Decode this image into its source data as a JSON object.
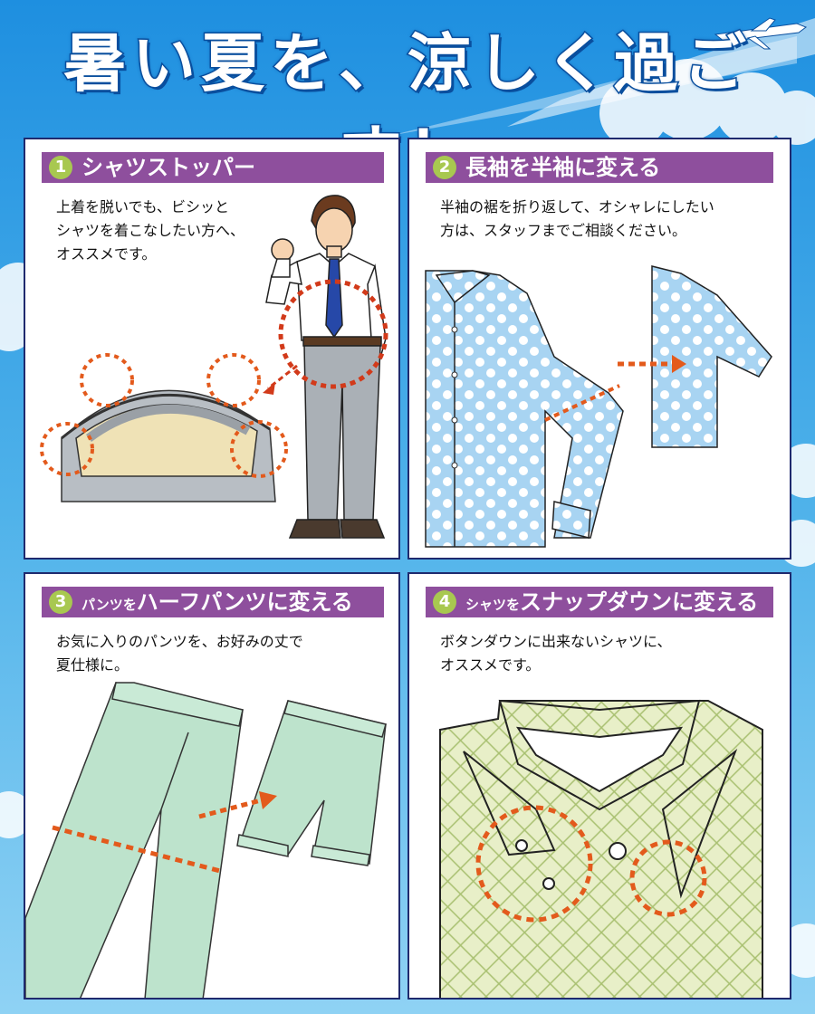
{
  "page_title": "暑い夏を、涼しく過ごす！",
  "colors": {
    "sky": "#3ba4e4",
    "panel_border": "#1f2a6e",
    "header": "#8e4f9d",
    "number_badge": "#a8c850",
    "highlight": "#e35a1c"
  },
  "panels": [
    {
      "number": "1",
      "title": "シャツストッパー",
      "description": "上着を脱いでも、ビシッと\nシャツを着こなしたい方へ、\nオススメです。"
    },
    {
      "number": "2",
      "title": "長袖を半袖に変える",
      "description": "半袖の裾を折り返して、オシャレにしたい\n方は、スタッフまでご相談ください。"
    },
    {
      "number": "3",
      "title_prefix": "パンツを",
      "title": "ハーフパンツに変える",
      "description": "お気に入りのパンツを、お好みの丈で\n夏仕様に。"
    },
    {
      "number": "4",
      "title_prefix": "シャツを",
      "title": "スナップダウンに変える",
      "description": "ボタンダウンに出来ないシャツに、\nオススメです。"
    }
  ],
  "icons": [
    "airplane-icon"
  ]
}
